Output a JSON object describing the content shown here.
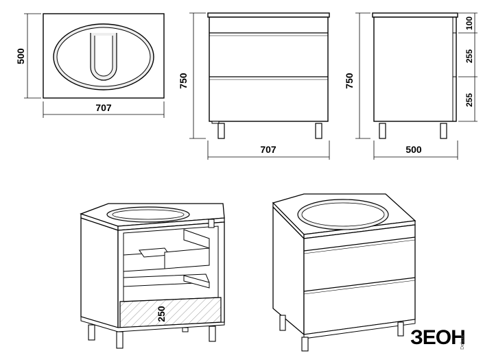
{
  "top_view": {
    "width_label": "707",
    "depth_label": "500"
  },
  "front_view": {
    "width_label": "707",
    "height_label": "750"
  },
  "side_view": {
    "depth_label": "500",
    "height_label": "750",
    "segment_labels": [
      "100",
      "255",
      "255"
    ]
  },
  "open_view": {
    "compartment_label": "250"
  },
  "logo": {
    "text": "ЗЕОН",
    "sub_text": "Deluxe"
  }
}
